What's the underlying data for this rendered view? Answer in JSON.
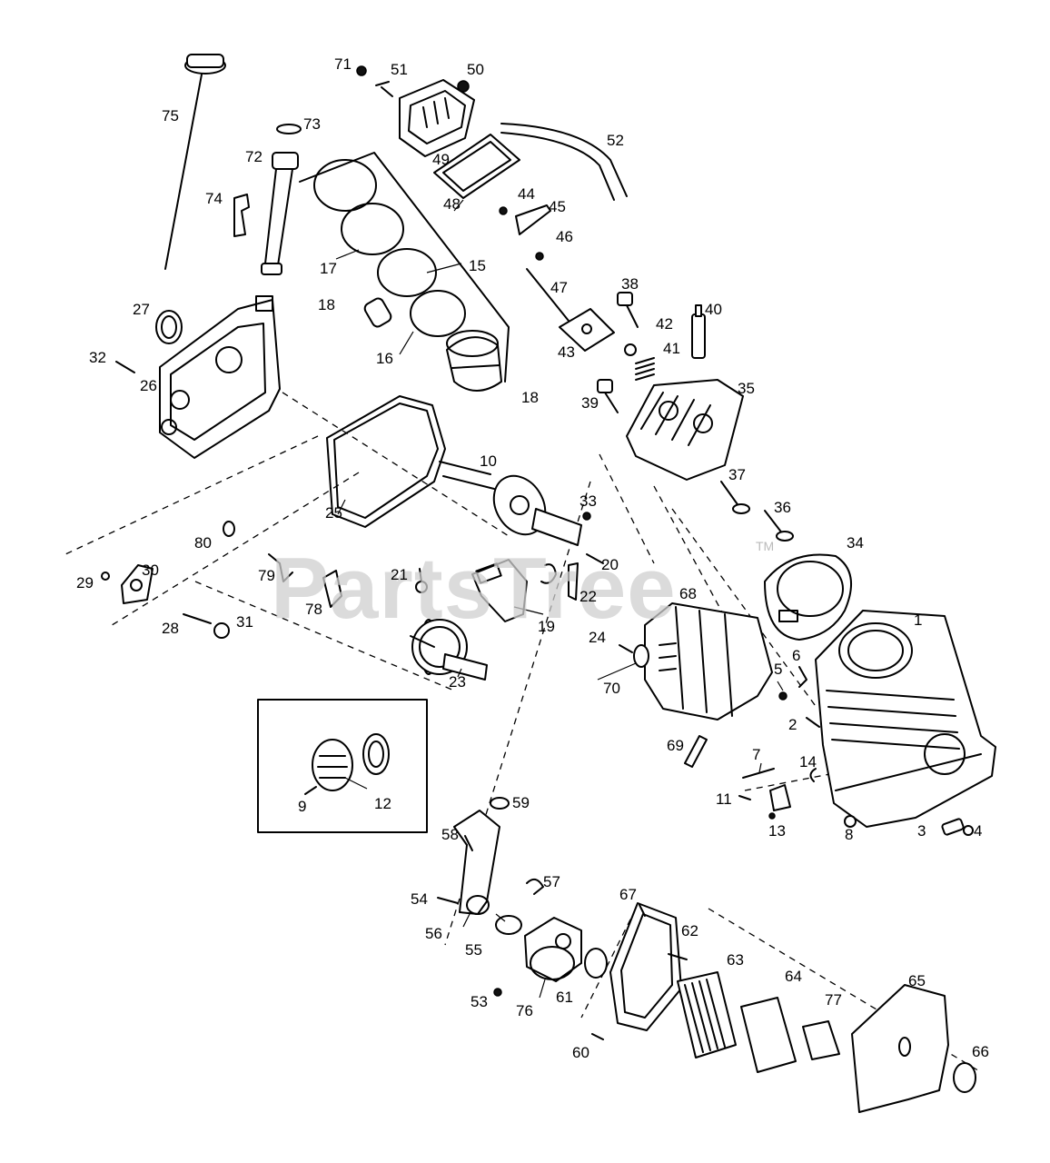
{
  "watermark": {
    "text": "PartsTree",
    "mark": "TM"
  },
  "callouts": [
    {
      "id": "c71",
      "text": "71"
    },
    {
      "id": "c51",
      "text": "51"
    },
    {
      "id": "c50",
      "text": "50"
    },
    {
      "id": "c75",
      "text": "75"
    },
    {
      "id": "c73",
      "text": "73"
    },
    {
      "id": "c52",
      "text": "52"
    },
    {
      "id": "c72",
      "text": "72"
    },
    {
      "id": "c49",
      "text": "49"
    },
    {
      "id": "c48",
      "text": "48"
    },
    {
      "id": "c44",
      "text": "44"
    },
    {
      "id": "c45",
      "text": "45"
    },
    {
      "id": "c74",
      "text": "74"
    },
    {
      "id": "c46",
      "text": "46"
    },
    {
      "id": "c17",
      "text": "17"
    },
    {
      "id": "c15",
      "text": "15"
    },
    {
      "id": "c47",
      "text": "47"
    },
    {
      "id": "c38",
      "text": "38"
    },
    {
      "id": "c18a",
      "text": "18"
    },
    {
      "id": "c27",
      "text": "27"
    },
    {
      "id": "c40",
      "text": "40"
    },
    {
      "id": "c42",
      "text": "42"
    },
    {
      "id": "c32",
      "text": "32"
    },
    {
      "id": "c16",
      "text": "16"
    },
    {
      "id": "c43",
      "text": "43"
    },
    {
      "id": "c41",
      "text": "41"
    },
    {
      "id": "c18b",
      "text": "18"
    },
    {
      "id": "c26",
      "text": "26"
    },
    {
      "id": "c39",
      "text": "39"
    },
    {
      "id": "c35",
      "text": "35"
    },
    {
      "id": "c10",
      "text": "10"
    },
    {
      "id": "c37",
      "text": "37"
    },
    {
      "id": "c33",
      "text": "33"
    },
    {
      "id": "c36",
      "text": "36"
    },
    {
      "id": "c25",
      "text": "25"
    },
    {
      "id": "c80",
      "text": "80"
    },
    {
      "id": "c34",
      "text": "34"
    },
    {
      "id": "c29",
      "text": "29"
    },
    {
      "id": "c30",
      "text": "30"
    },
    {
      "id": "c20",
      "text": "20"
    },
    {
      "id": "c79",
      "text": "79"
    },
    {
      "id": "c21",
      "text": "21"
    },
    {
      "id": "c68",
      "text": "68"
    },
    {
      "id": "c22",
      "text": "22"
    },
    {
      "id": "c78",
      "text": "78"
    },
    {
      "id": "c1",
      "text": "1"
    },
    {
      "id": "c28",
      "text": "28"
    },
    {
      "id": "c31",
      "text": "31"
    },
    {
      "id": "c19",
      "text": "19"
    },
    {
      "id": "c24",
      "text": "24"
    },
    {
      "id": "c6",
      "text": "6"
    },
    {
      "id": "c5",
      "text": "5"
    },
    {
      "id": "c23",
      "text": "23"
    },
    {
      "id": "c70",
      "text": "70"
    },
    {
      "id": "c2",
      "text": "2"
    },
    {
      "id": "c69",
      "text": "69"
    },
    {
      "id": "c14",
      "text": "14"
    },
    {
      "id": "c7",
      "text": "7"
    },
    {
      "id": "c9",
      "text": "9"
    },
    {
      "id": "c12",
      "text": "12"
    },
    {
      "id": "c59",
      "text": "59"
    },
    {
      "id": "c11",
      "text": "11"
    },
    {
      "id": "c13",
      "text": "13"
    },
    {
      "id": "c8",
      "text": "8"
    },
    {
      "id": "c3",
      "text": "3"
    },
    {
      "id": "c4",
      "text": "4"
    },
    {
      "id": "c58",
      "text": "58"
    },
    {
      "id": "c57",
      "text": "57"
    },
    {
      "id": "c67",
      "text": "67"
    },
    {
      "id": "c54",
      "text": "54"
    },
    {
      "id": "c62",
      "text": "62"
    },
    {
      "id": "c56",
      "text": "56"
    },
    {
      "id": "c55",
      "text": "55"
    },
    {
      "id": "c63",
      "text": "63"
    },
    {
      "id": "c64",
      "text": "64"
    },
    {
      "id": "c65",
      "text": "65"
    },
    {
      "id": "c77",
      "text": "77"
    },
    {
      "id": "c53",
      "text": "53"
    },
    {
      "id": "c76",
      "text": "76"
    },
    {
      "id": "c61",
      "text": "61"
    },
    {
      "id": "c66",
      "text": "66"
    },
    {
      "id": "c60",
      "text": "60"
    }
  ]
}
